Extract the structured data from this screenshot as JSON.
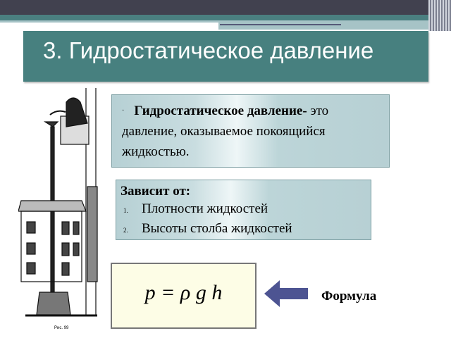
{
  "slide": {
    "title": "3. Гидростатическое давление",
    "definition": {
      "bullet": "·",
      "term": "Гидростатическое давление-",
      "text": " это давление, оказываемое покоящийся жидкостью."
    },
    "depends": {
      "heading": "Зависит от:",
      "items": [
        {
          "num": "1.",
          "label": "Плотности жидкостей"
        },
        {
          "num": "2.",
          "label": "Высоты столба жидкостей"
        }
      ]
    },
    "formula": "p = ρ g h",
    "formula_label": "Формула",
    "figure_caption": "Рис. 99",
    "colors": {
      "title_bg": "#47807f",
      "arrow": "#4d5492",
      "formula_bg": "#fdfde6"
    }
  }
}
